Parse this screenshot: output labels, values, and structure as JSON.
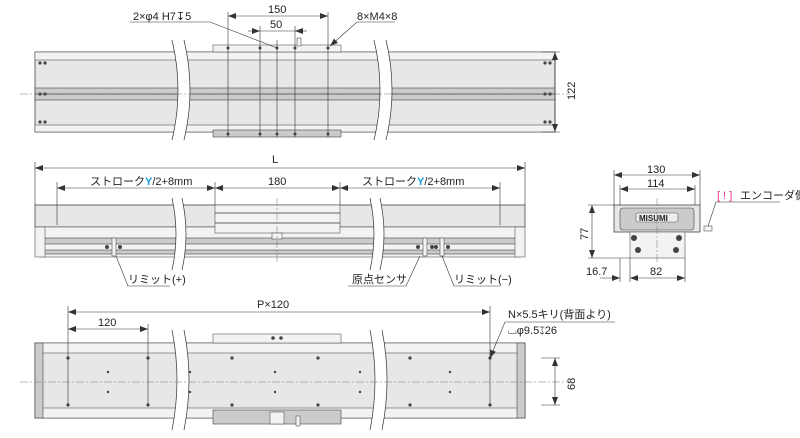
{
  "top_view": {
    "pin_hole_label": "2×φ4 H7↧5",
    "tap_label": "8×M4×8",
    "dim_150": "150",
    "dim_50": "50",
    "dim_122": "122"
  },
  "front_view": {
    "dim_L": "L",
    "stroke_left_prefix": "ストローク",
    "stroke_left_var": "Y",
    "stroke_left_suffix": "/2+8mm",
    "dim_180": "180",
    "stroke_right_prefix": "ストローク",
    "stroke_right_var": "Y",
    "stroke_right_suffix": "/2+8mm",
    "limit_plus": "リミット(+)",
    "origin_sensor": "原点センサ",
    "limit_minus": "リミット(−)"
  },
  "side_view": {
    "dim_130": "130",
    "dim_114": "114",
    "dim_77": "77",
    "dim_16_7": "16.7",
    "dim_82": "82",
    "encoder_mark": "[ ! ]",
    "encoder_label": "エンコーダ側",
    "logo": "MISUMI"
  },
  "bottom_view": {
    "dim_pitch": "P×120",
    "dim_120": "120",
    "hole_label": "N×5.5キリ(背面より)",
    "counterbore_label": "⌴φ9.5↧26",
    "dim_68": "68"
  },
  "colors": {
    "accent": "#1aa0e0",
    "warning": "#e8308c"
  }
}
